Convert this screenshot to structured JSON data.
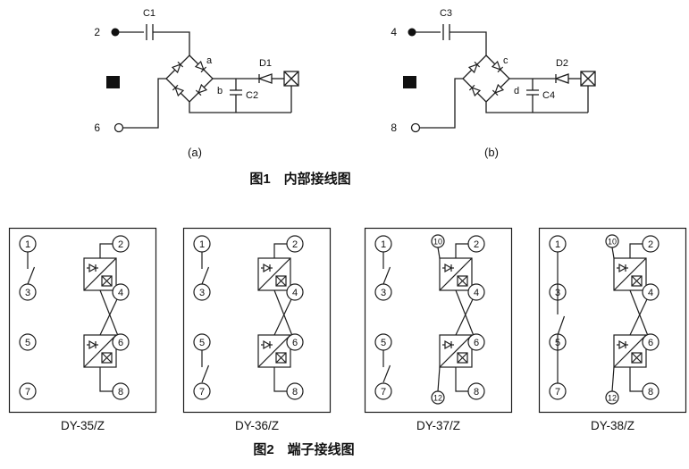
{
  "figure1": {
    "caption": "图1　内部接线图",
    "circuits": [
      {
        "sub_label": "(a)",
        "input_terminal": "2",
        "common_terminal": "6",
        "series_capacitor": "C1",
        "filter_capacitor": "C2",
        "diode": "D1",
        "bridge_label_top": "a",
        "bridge_label_bottom": "b"
      },
      {
        "sub_label": "(b)",
        "input_terminal": "4",
        "common_terminal": "8",
        "series_capacitor": "C3",
        "filter_capacitor": "C4",
        "diode": "D2",
        "bridge_label_top": "c",
        "bridge_label_bottom": "d"
      }
    ]
  },
  "figure2": {
    "caption": "图2　端子接线图",
    "units": [
      {
        "model": "DY-35/Z",
        "left_terminals": [
          "1",
          "3",
          "5",
          "7"
        ],
        "right_terminals": [
          "2",
          "4",
          "6",
          "8"
        ]
      },
      {
        "model": "DY-36/Z",
        "left_terminals": [
          "1",
          "3",
          "5",
          "7"
        ],
        "right_terminals": [
          "2",
          "4",
          "6",
          "8"
        ]
      },
      {
        "model": "DY-37/Z",
        "left_terminals": [
          "1",
          "3",
          "5",
          "7"
        ],
        "right_terminals": [
          "2",
          "4",
          "6",
          "8"
        ],
        "top_extra_terminal": "10",
        "bottom_extra_terminal": "12"
      },
      {
        "model": "DY-38/Z",
        "left_terminals": [
          "1",
          "3",
          "5",
          "7"
        ],
        "right_terminals": [
          "2",
          "4",
          "6",
          "8"
        ],
        "top_extra_terminal": "10",
        "bottom_extra_terminal": "12"
      }
    ]
  }
}
